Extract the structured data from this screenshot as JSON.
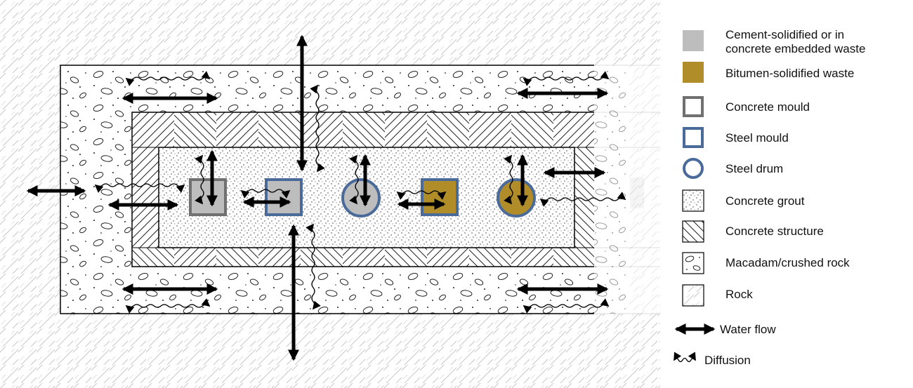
{
  "colors": {
    "cement_waste": "#bdbdbd",
    "bitumen_waste": "#b08d28",
    "concrete_mould": "#707070",
    "steel_mould": "#4a6a9a",
    "steel_drum": "#4a6a9a",
    "arrow": "#000000",
    "hatch": "#222222",
    "rock_hatch": "#c8c8c8"
  },
  "legend": {
    "cement_waste_line1": "Cement-solidified or in",
    "cement_waste_line2": "concrete embedded waste",
    "bitumen_waste": "Bitumen-solidified waste",
    "concrete_mould": "Concrete mould",
    "steel_mould": "Steel mould",
    "steel_drum": "Steel drum",
    "concrete_grout": "Concrete grout",
    "concrete_structure": "Concrete structure",
    "macadam": "Macadam/crushed rock",
    "rock": "Rock",
    "water_flow": "Water flow",
    "diffusion": "Diffusion"
  },
  "icons": {
    "water_flow": "double-headed-thick-arrow-icon",
    "diffusion": "double-headed-wavy-arrow-icon"
  },
  "packages": [
    {
      "name": "cement-waste-in-concrete-mould"
    },
    {
      "name": "cement-waste-in-steel-mould"
    },
    {
      "name": "cement-waste-in-steel-drum"
    },
    {
      "name": "bitumen-waste-in-steel-mould"
    },
    {
      "name": "bitumen-waste-in-steel-drum"
    }
  ]
}
